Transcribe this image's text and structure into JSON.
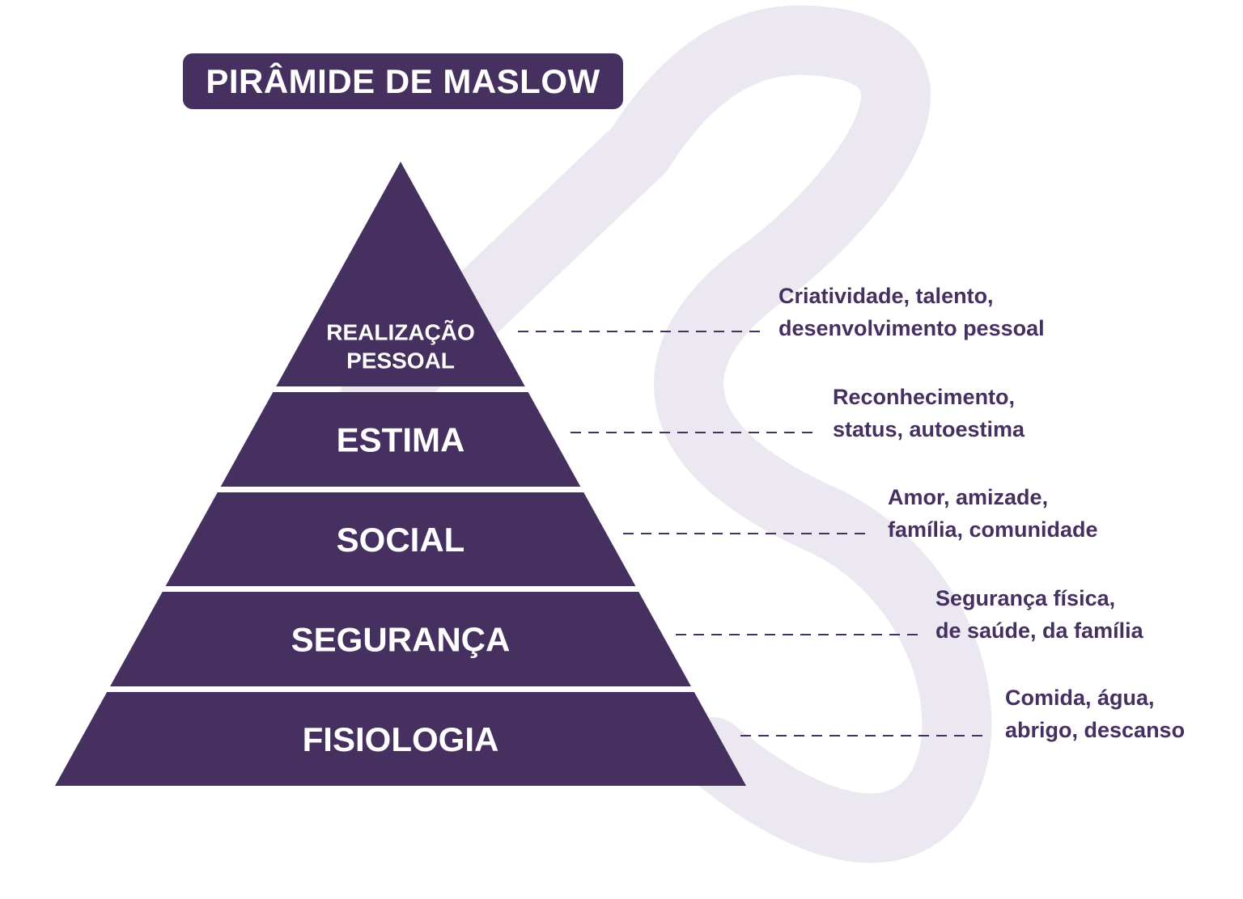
{
  "colors": {
    "pyramid": "#45305f",
    "text_dark": "#45305f",
    "watermark": "#ebe8f1",
    "connector": "#45305f"
  },
  "title": "PIRÂMIDE DE MASLOW",
  "levels": [
    {
      "name": "realizacao",
      "label_lines": [
        "REALIZAÇÃO",
        "PESSOAL"
      ],
      "description_lines": [
        "Criatividade, talento,",
        "desenvolvimento pessoal"
      ]
    },
    {
      "name": "estima",
      "label_lines": [
        "ESTIMA"
      ],
      "description_lines": [
        "Reconhecimento,",
        "status, autoestima"
      ]
    },
    {
      "name": "social",
      "label_lines": [
        "SOCIAL"
      ],
      "description_lines": [
        "Amor, amizade,",
        "família, comunidade"
      ]
    },
    {
      "name": "seguranca",
      "label_lines": [
        "SEGURANÇA"
      ],
      "description_lines": [
        "Segurança física,",
        "de saúde, da família"
      ]
    },
    {
      "name": "fisiologia",
      "label_lines": [
        "FISIOLOGIA"
      ],
      "description_lines": [
        "Comida, água,",
        "abrigo, descanso"
      ]
    }
  ]
}
